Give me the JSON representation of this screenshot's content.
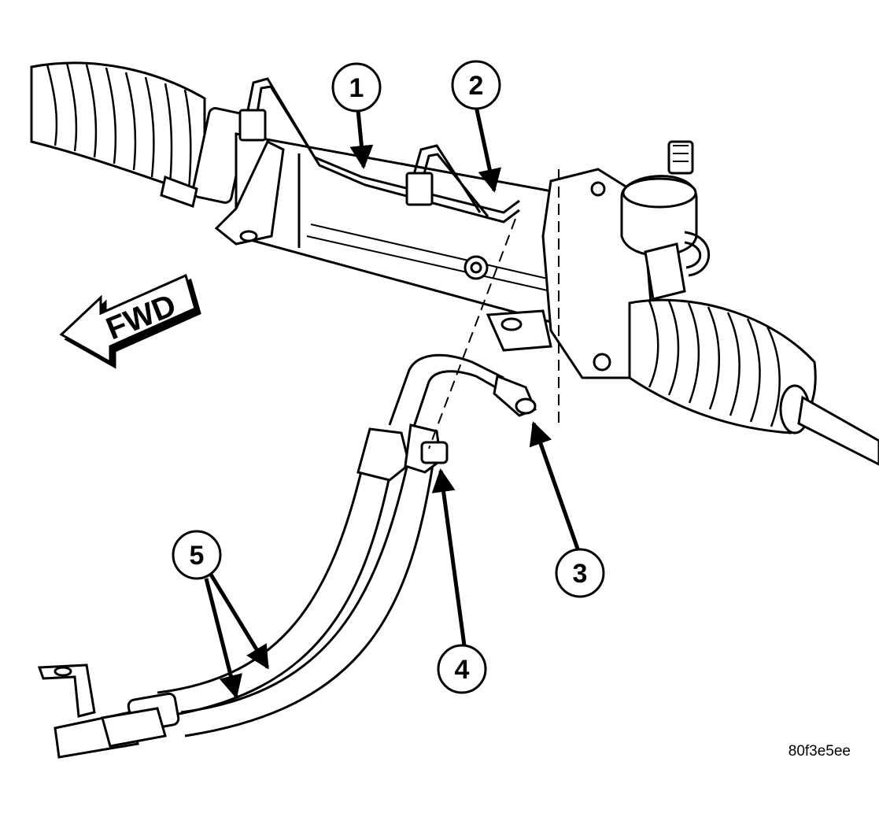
{
  "diagram": {
    "direction_label": "FWD",
    "figure_id": "80f3e5ee",
    "callouts": [
      {
        "id": "1",
        "label": "1"
      },
      {
        "id": "2",
        "label": "2"
      },
      {
        "id": "3",
        "label": "3"
      },
      {
        "id": "4",
        "label": "4"
      },
      {
        "id": "5",
        "label": "5"
      }
    ],
    "colors": {
      "ink": "#000000",
      "paper": "#ffffff"
    }
  }
}
